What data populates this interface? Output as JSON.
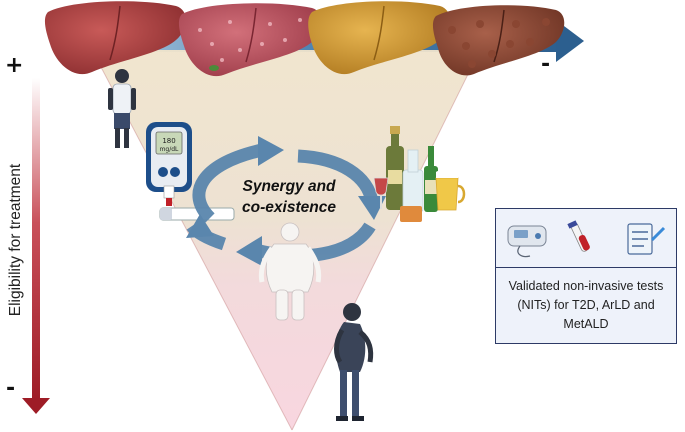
{
  "axis": {
    "label": "Eligibility for treatment",
    "top_sign": "+",
    "bottom_sign": "-"
  },
  "progression": {
    "end_sign": "-",
    "liver_stages": [
      "healthy-liver-icon",
      "spotted-liver-icon",
      "fatty-liver-icon",
      "cirrhotic-liver-icon"
    ]
  },
  "center": {
    "line1": "Synergy and",
    "line2": "co-existence"
  },
  "glucometer": {
    "value": "180",
    "unit": "mg/dL"
  },
  "nits_box": {
    "line1": "Validated non-invasive tests",
    "line2": "(NITs) for T2D, ArLD and",
    "line3": "MetALD",
    "icons": [
      "elastography-device-icon",
      "blood-tube-icon",
      "questionnaire-icon"
    ]
  },
  "colors": {
    "axis_red": "#a3202a",
    "arrow_blue": "#4a7aa6",
    "cycle_blue": "#5a86ad",
    "triangle_top": "#f3e7cf",
    "triangle_mid": "#e9dccf",
    "triangle_bottom": "#f7d6de",
    "box_border": "#2d3a66"
  }
}
